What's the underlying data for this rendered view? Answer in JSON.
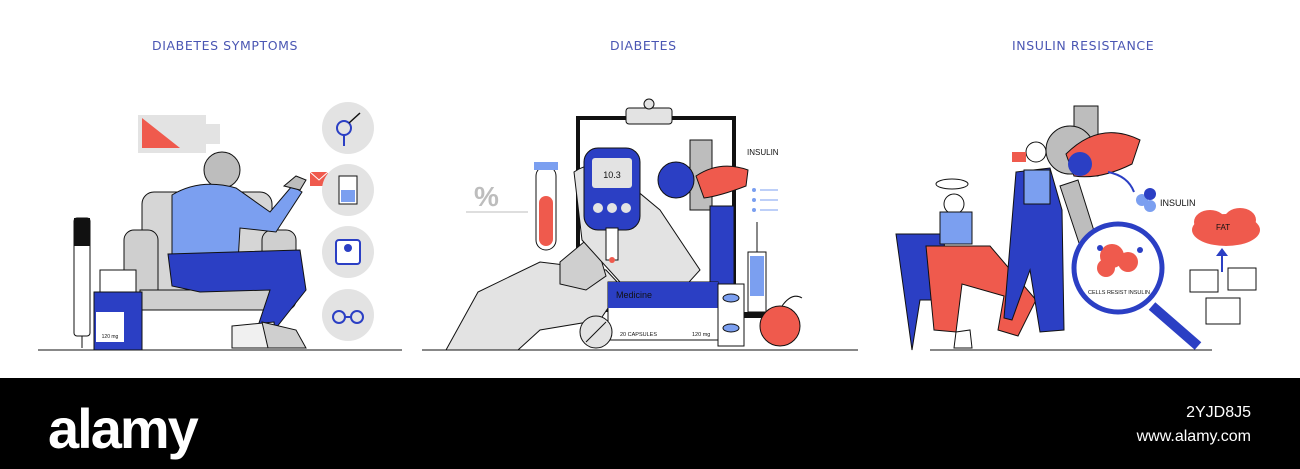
{
  "panels": [
    {
      "title": "DIABETES SYMPTOMS",
      "bottle_label": "120 mg"
    },
    {
      "title": "DIABETES",
      "insulin_label": "INSULIN",
      "meter_reading": "10.3",
      "box_title": "Medicine",
      "box_capsules": "20 CAPSULES",
      "box_dose": "120 mg",
      "percent_symbol": "%"
    },
    {
      "title": "INSULIN RESISTANCE",
      "insulin_label": "INSULIN",
      "fat_label": "FAT",
      "lens_caption": "CELLS RESIST INSULIN"
    }
  ],
  "footer": {
    "logo": "alamy",
    "image_id": "2YJD8J5",
    "url": "www.alamy.com"
  },
  "colors": {
    "blue": "#2b3fc4",
    "light_blue": "#7b9ff0",
    "red": "#ef5a4d",
    "grey": "#e3e3e3",
    "dark": "#111111"
  }
}
